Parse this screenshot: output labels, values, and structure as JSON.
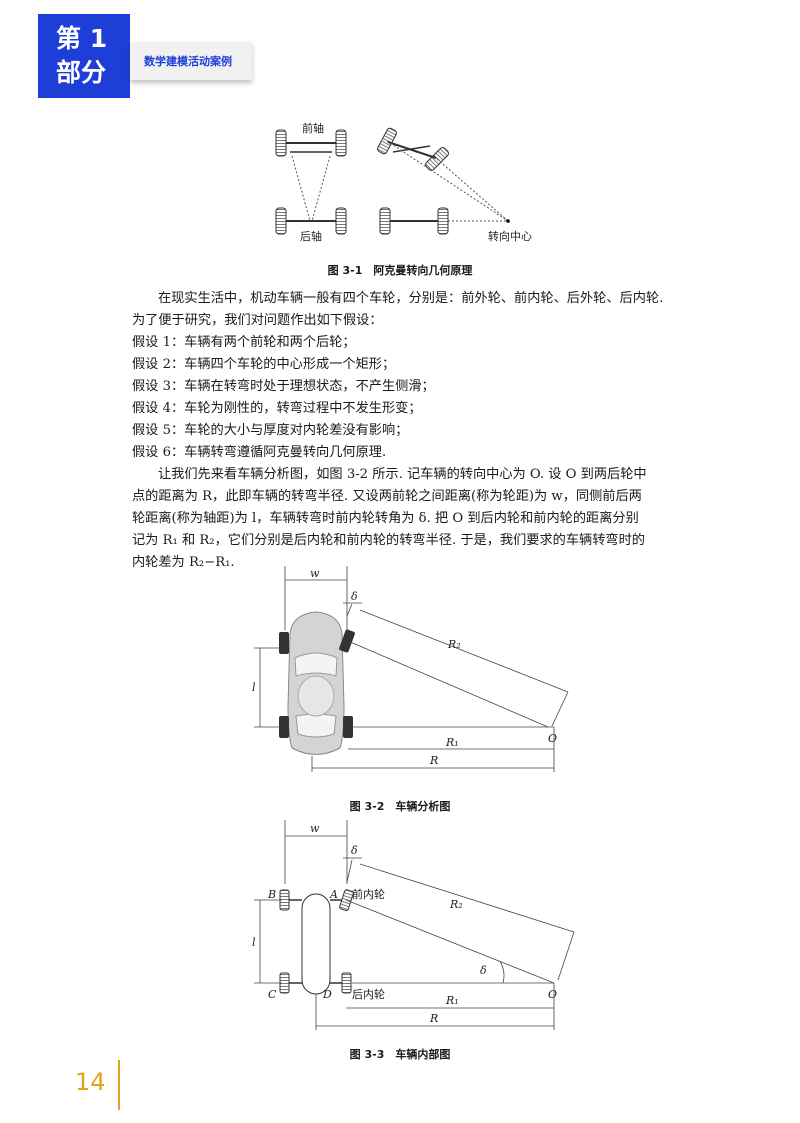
{
  "header": {
    "chapter_line1": "第 1",
    "chapter_line2": "部分",
    "section_title": "数学建模活动案例"
  },
  "fig1": {
    "label_front_axle": "前轴",
    "label_rear_axle": "后轴",
    "label_center": "转向中心",
    "caption": "图 3-1　阿克曼转向几何原理"
  },
  "paragraph1": {
    "lines": [
      "在现实生活中，机动车辆一般有四个车轮，分别是：前外轮、前内轮、后外轮、后内轮.",
      "为了便于研究，我们对问题作出如下假设："
    ]
  },
  "assumptions": [
    "假设 1：车辆有两个前轮和两个后轮；",
    "假设 2：车辆四个车轮的中心形成一个矩形；",
    "假设 3：车辆在转弯时处于理想状态，不产生侧滑；",
    "假设 4：车轮为刚性的，转弯过程中不发生形变；",
    "假设 5：车轮的大小与厚度对内轮差没有影响；",
    "假设 6：车辆转弯遵循阿克曼转向几何原理."
  ],
  "paragraph2": {
    "lines": [
      "让我们先来看车辆分析图，如图 3-2 所示. 记车辆的转向中心为 O. 设 O 到两后轮中",
      "点的距离为 R，此即车辆的转弯半径. 又设两前轮之间距离(称为轮距)为 w，同侧前后两",
      "轮距离(称为轴距)为 l，车辆转弯时前内轮转角为 δ. 把 O 到后内轮和前内轮的距离分别",
      "记为 R₁ 和 R₂，它们分别是后内轮和前内轮的转弯半径. 于是，我们要求的车辆转弯时的",
      "内轮差为 R₂−R₁."
    ]
  },
  "fig2": {
    "w": "w",
    "delta": "δ",
    "R2": "R₂",
    "l": "l",
    "R1": "R₁",
    "O": "O",
    "R": "R",
    "caption": "图 3-2　车辆分析图"
  },
  "fig3": {
    "w": "w",
    "delta": "δ",
    "delta2": "δ",
    "R2": "R₂",
    "l": "l",
    "R1": "R₁",
    "O": "O",
    "R": "R",
    "A": "A",
    "B": "B",
    "C": "C",
    "D": "D",
    "front_inner": "前内轮",
    "rear_inner": "后内轮",
    "caption": "图 3-3　车辆内部图"
  },
  "footer": {
    "page_number": "14"
  }
}
